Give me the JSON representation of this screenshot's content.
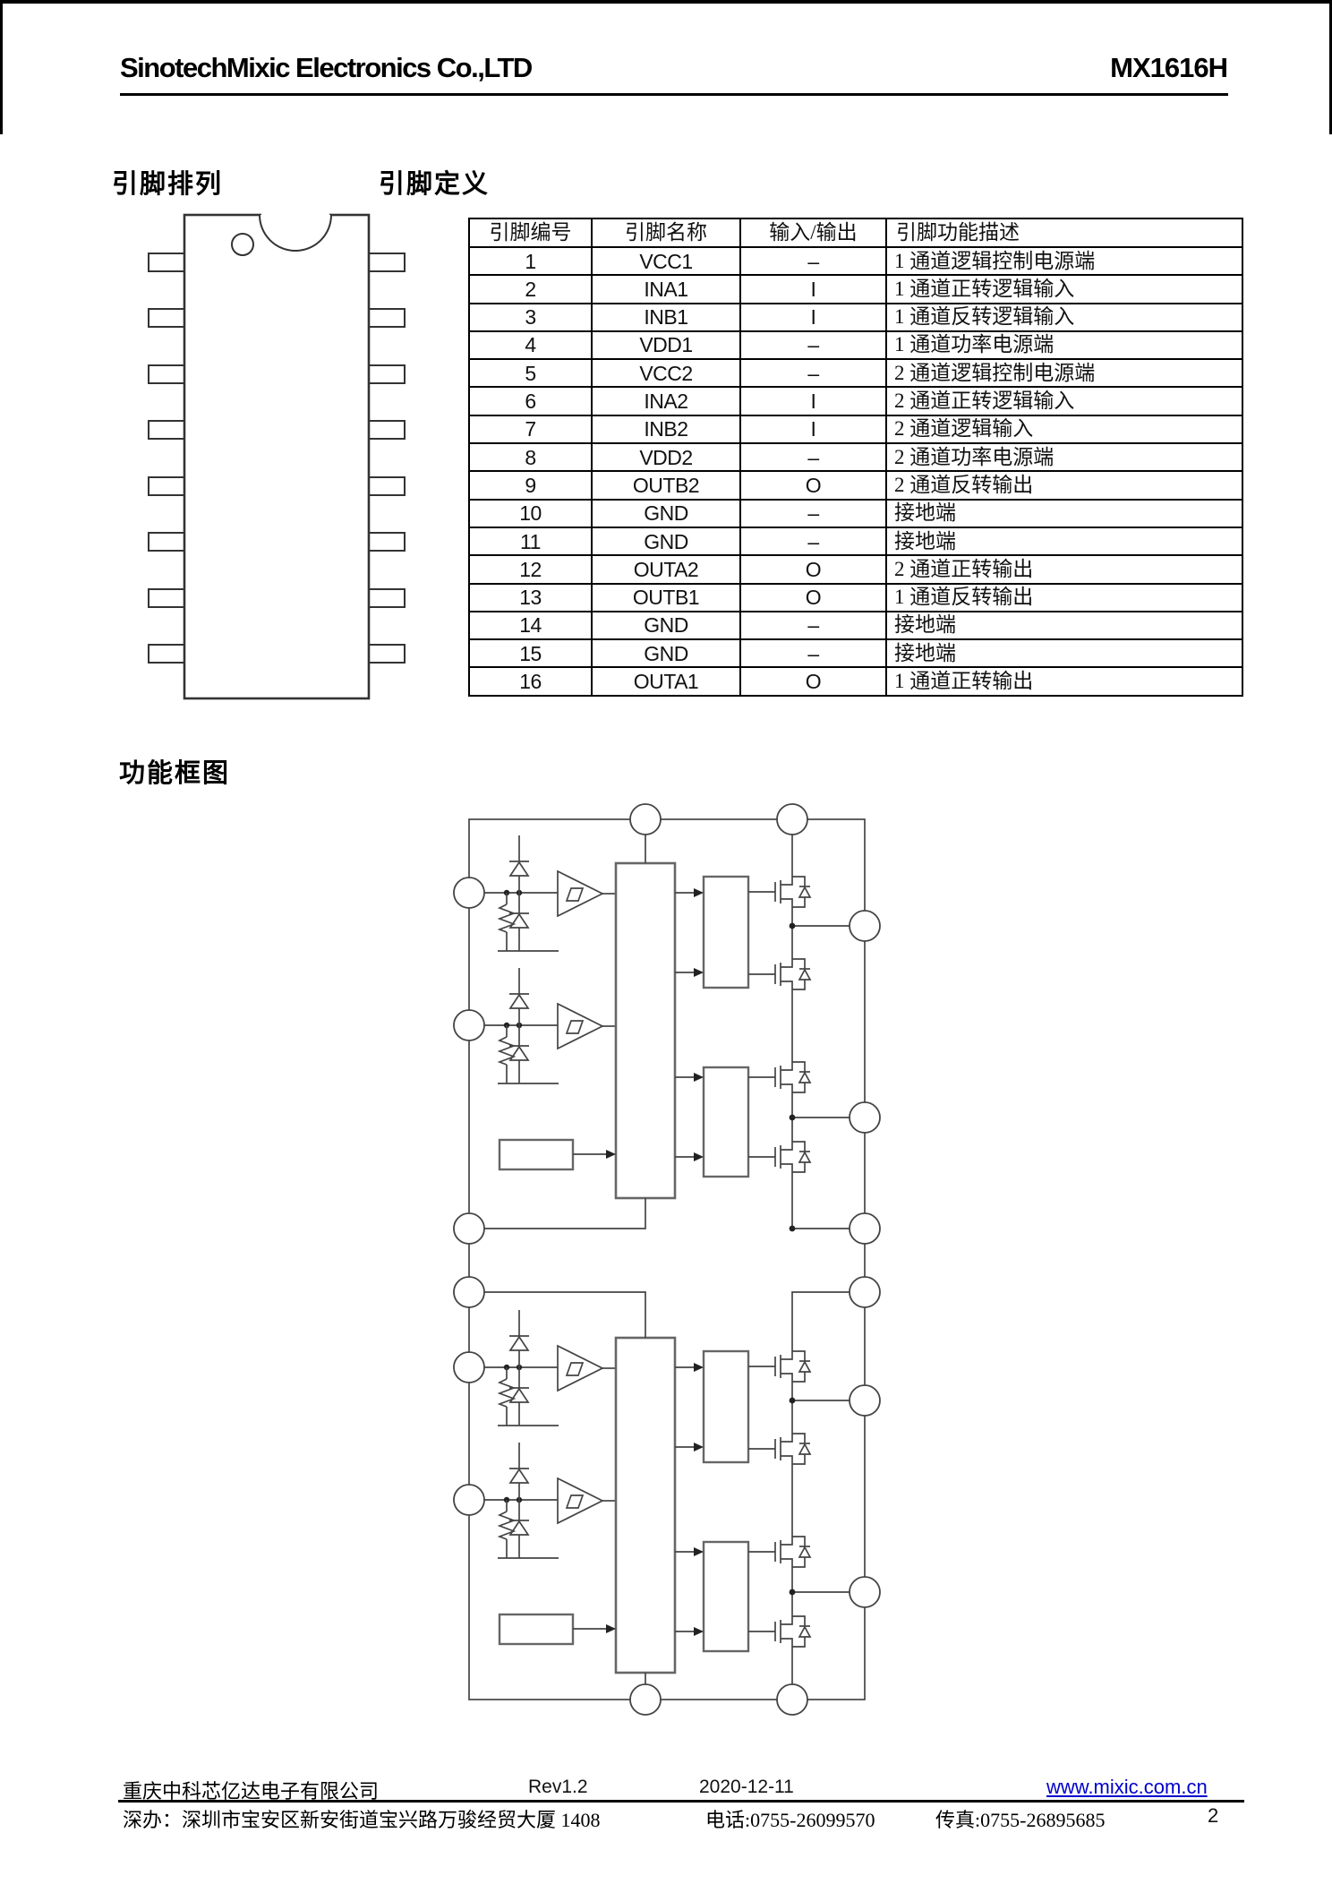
{
  "header": {
    "company": "SinotechMixic Electronics Co.,LTD",
    "part_number": "MX1616H"
  },
  "sections": {
    "pin_arrangement": "引脚排列",
    "pin_definition": "引脚定义",
    "block_diagram": "功能框图"
  },
  "pin_table": {
    "headers": [
      "引脚编号",
      "引脚名称",
      "输入/输出",
      "引脚功能描述"
    ],
    "rows": [
      [
        "1",
        "VCC1",
        "–",
        "1 通道逻辑控制电源端"
      ],
      [
        "2",
        "INA1",
        "I",
        "1 通道正转逻辑输入"
      ],
      [
        "3",
        "INB1",
        "I",
        "1 通道反转逻辑输入"
      ],
      [
        "4",
        "VDD1",
        "–",
        "1 通道功率电源端"
      ],
      [
        "5",
        "VCC2",
        "–",
        "2 通道逻辑控制电源端"
      ],
      [
        "6",
        "INA2",
        "I",
        "2 通道正转逻辑输入"
      ],
      [
        "7",
        "INB2",
        "I",
        "2 通道逻辑输入"
      ],
      [
        "8",
        "VDD2",
        "–",
        "2 通道功率电源端"
      ],
      [
        "9",
        "OUTB2",
        "O",
        "2 通道反转输出"
      ],
      [
        "10",
        "GND",
        "–",
        "接地端"
      ],
      [
        "11",
        "GND",
        "–",
        "接地端"
      ],
      [
        "12",
        "OUTA2",
        "O",
        "2 通道正转输出"
      ],
      [
        "13",
        "OUTB1",
        "O",
        "1 通道反转输出"
      ],
      [
        "14",
        "GND",
        "–",
        "接地端"
      ],
      [
        "15",
        "GND",
        "–",
        "接地端"
      ],
      [
        "16",
        "OUTA1",
        "O",
        "1 通道正转输出"
      ]
    ]
  },
  "footer": {
    "company_cn": "重庆中科芯亿达电子有限公司",
    "revision": "Rev1.2",
    "date": "2020-12-11",
    "website": "www.mixic.com.cn",
    "address": "深办：深圳市宝安区新安街道宝兴路万骏经贸大厦 1408",
    "phone": "电话:0755-26099570",
    "fax": "传真:0755-26895685",
    "page_number": "2",
    "link_color": "#0000cc"
  }
}
